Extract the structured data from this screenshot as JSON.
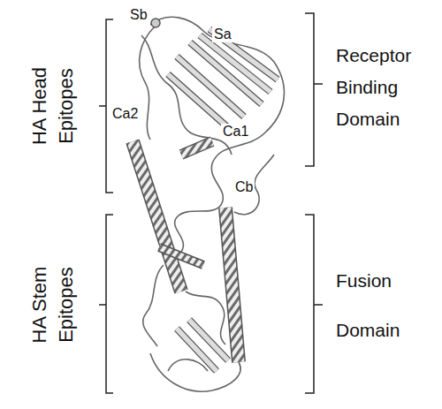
{
  "diagram": {
    "labels": [
      "HA Head Epitopes",
      "Sb",
      "Sa",
      "Receptor Binding Domain",
      "Ca2",
      "Ca1",
      "Cb",
      "HA Stem Epitopes",
      "Fusion Domain"
    ]
  }
}
